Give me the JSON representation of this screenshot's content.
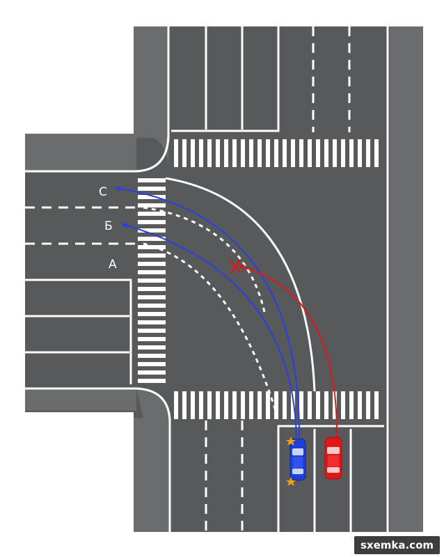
{
  "lanes": {
    "lane_c": "С",
    "lane_b": "Б",
    "lane_a": "А"
  },
  "watermark": "sxemka.com",
  "colors": {
    "asphalt": "#58595b",
    "sidewalk": "#6b6c6e",
    "marking": "#ffffff",
    "blue_car": "#1f3fd8",
    "red_car": "#e01717",
    "blue_path": "#2a3fe0",
    "red_path": "#e01717",
    "conflict_mark": "#e01717",
    "turn_signal": "#f5a300"
  },
  "icons": {
    "blue_car": "car-top-view",
    "red_car": "car-top-view",
    "conflict": "x-mark",
    "turn_signal": "flash-star"
  }
}
